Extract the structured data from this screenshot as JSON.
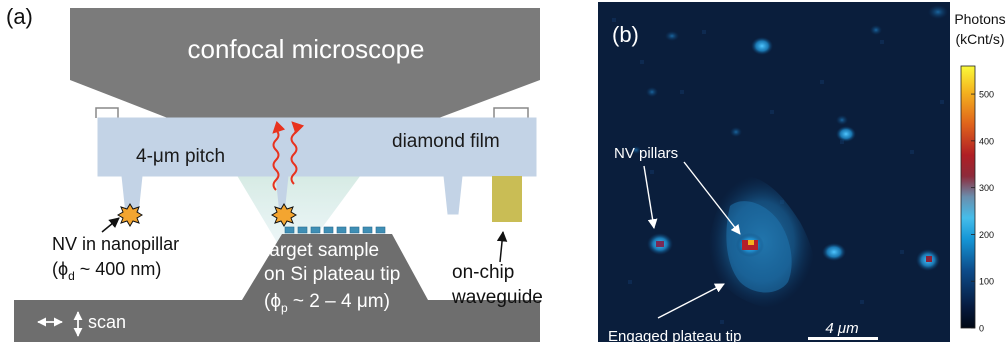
{
  "panel_a": {
    "label": "(a)",
    "microscope": "confocal microscope",
    "film": "diamond film",
    "pitch": "4-μm pitch",
    "nv_line1": "NV in nanopillar",
    "nv_line2_sym": "(ϕ",
    "nv_line2_sub": "d",
    "nv_line2_rest": " ~ 400 nm)",
    "target_line1": "target sample",
    "target_line2": "on Si plateau tip",
    "target_line3_sym": "(ϕ",
    "target_line3_sub": "p",
    "target_line3_rest": " ~ 2 – 4 μm)",
    "waveguide_line1": "on-chip",
    "waveguide_line2": "waveguide",
    "scan": "scan"
  },
  "panel_b": {
    "label": "(b)",
    "nv_pillars": "NV pillars",
    "plateau": "Engaged plateau tip",
    "scale_bar": "4 μm"
  },
  "colorbar": {
    "title_line1": "Photons",
    "title_line2": "(kCnt/s)",
    "ticks": [
      "0",
      "100",
      "200",
      "300",
      "400",
      "500"
    ],
    "tick_values": [
      0,
      100,
      200,
      300,
      400,
      500
    ],
    "max_value": 560
  },
  "colors": {
    "microscope": "#7b7b7b",
    "film": "#c3d3e6",
    "stage": "#6e6e6e",
    "waveguide": "#c9bd55",
    "arrow_red": "#e8321e",
    "image_bg": "#0a1e3c"
  }
}
